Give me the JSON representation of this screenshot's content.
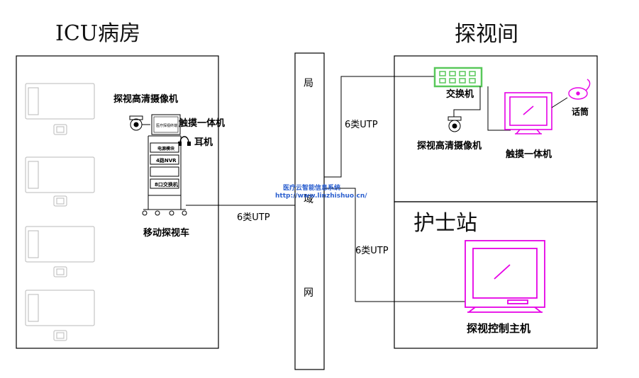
{
  "rooms": {
    "icu": "ICU病房",
    "visit": "探视间",
    "nurse": "护士站"
  },
  "network": {
    "chars": [
      "局",
      "域",
      "网"
    ]
  },
  "icu": {
    "camera": "探视高清摄像机",
    "touch_terminal": "触摸一体机",
    "headphone": "耳机",
    "cart": "移动探视车",
    "cart_units": {
      "screen": "医疗探视终端",
      "power": "电源模块",
      "nvr": "4路NVR",
      "switch": "8口交换机"
    }
  },
  "visit": {
    "switch": "交换机",
    "camera": "探视高清摄像机",
    "touch_terminal": "触摸一体机",
    "handset": "话筒"
  },
  "nurse": {
    "control_host": "探视控制主机"
  },
  "links": {
    "icu_utp": "6类UTP",
    "visit_utp": "6类UTP",
    "nurse_utp": "6类UTP"
  },
  "watermark": {
    "line1": "医疗云智能信息系统",
    "line2": "http://www.linzhishuo.cn/"
  },
  "colors": {
    "line": "#000000",
    "bed": "#b8b8b8",
    "switch": "#58c85a",
    "monitor": "#e600e6"
  }
}
